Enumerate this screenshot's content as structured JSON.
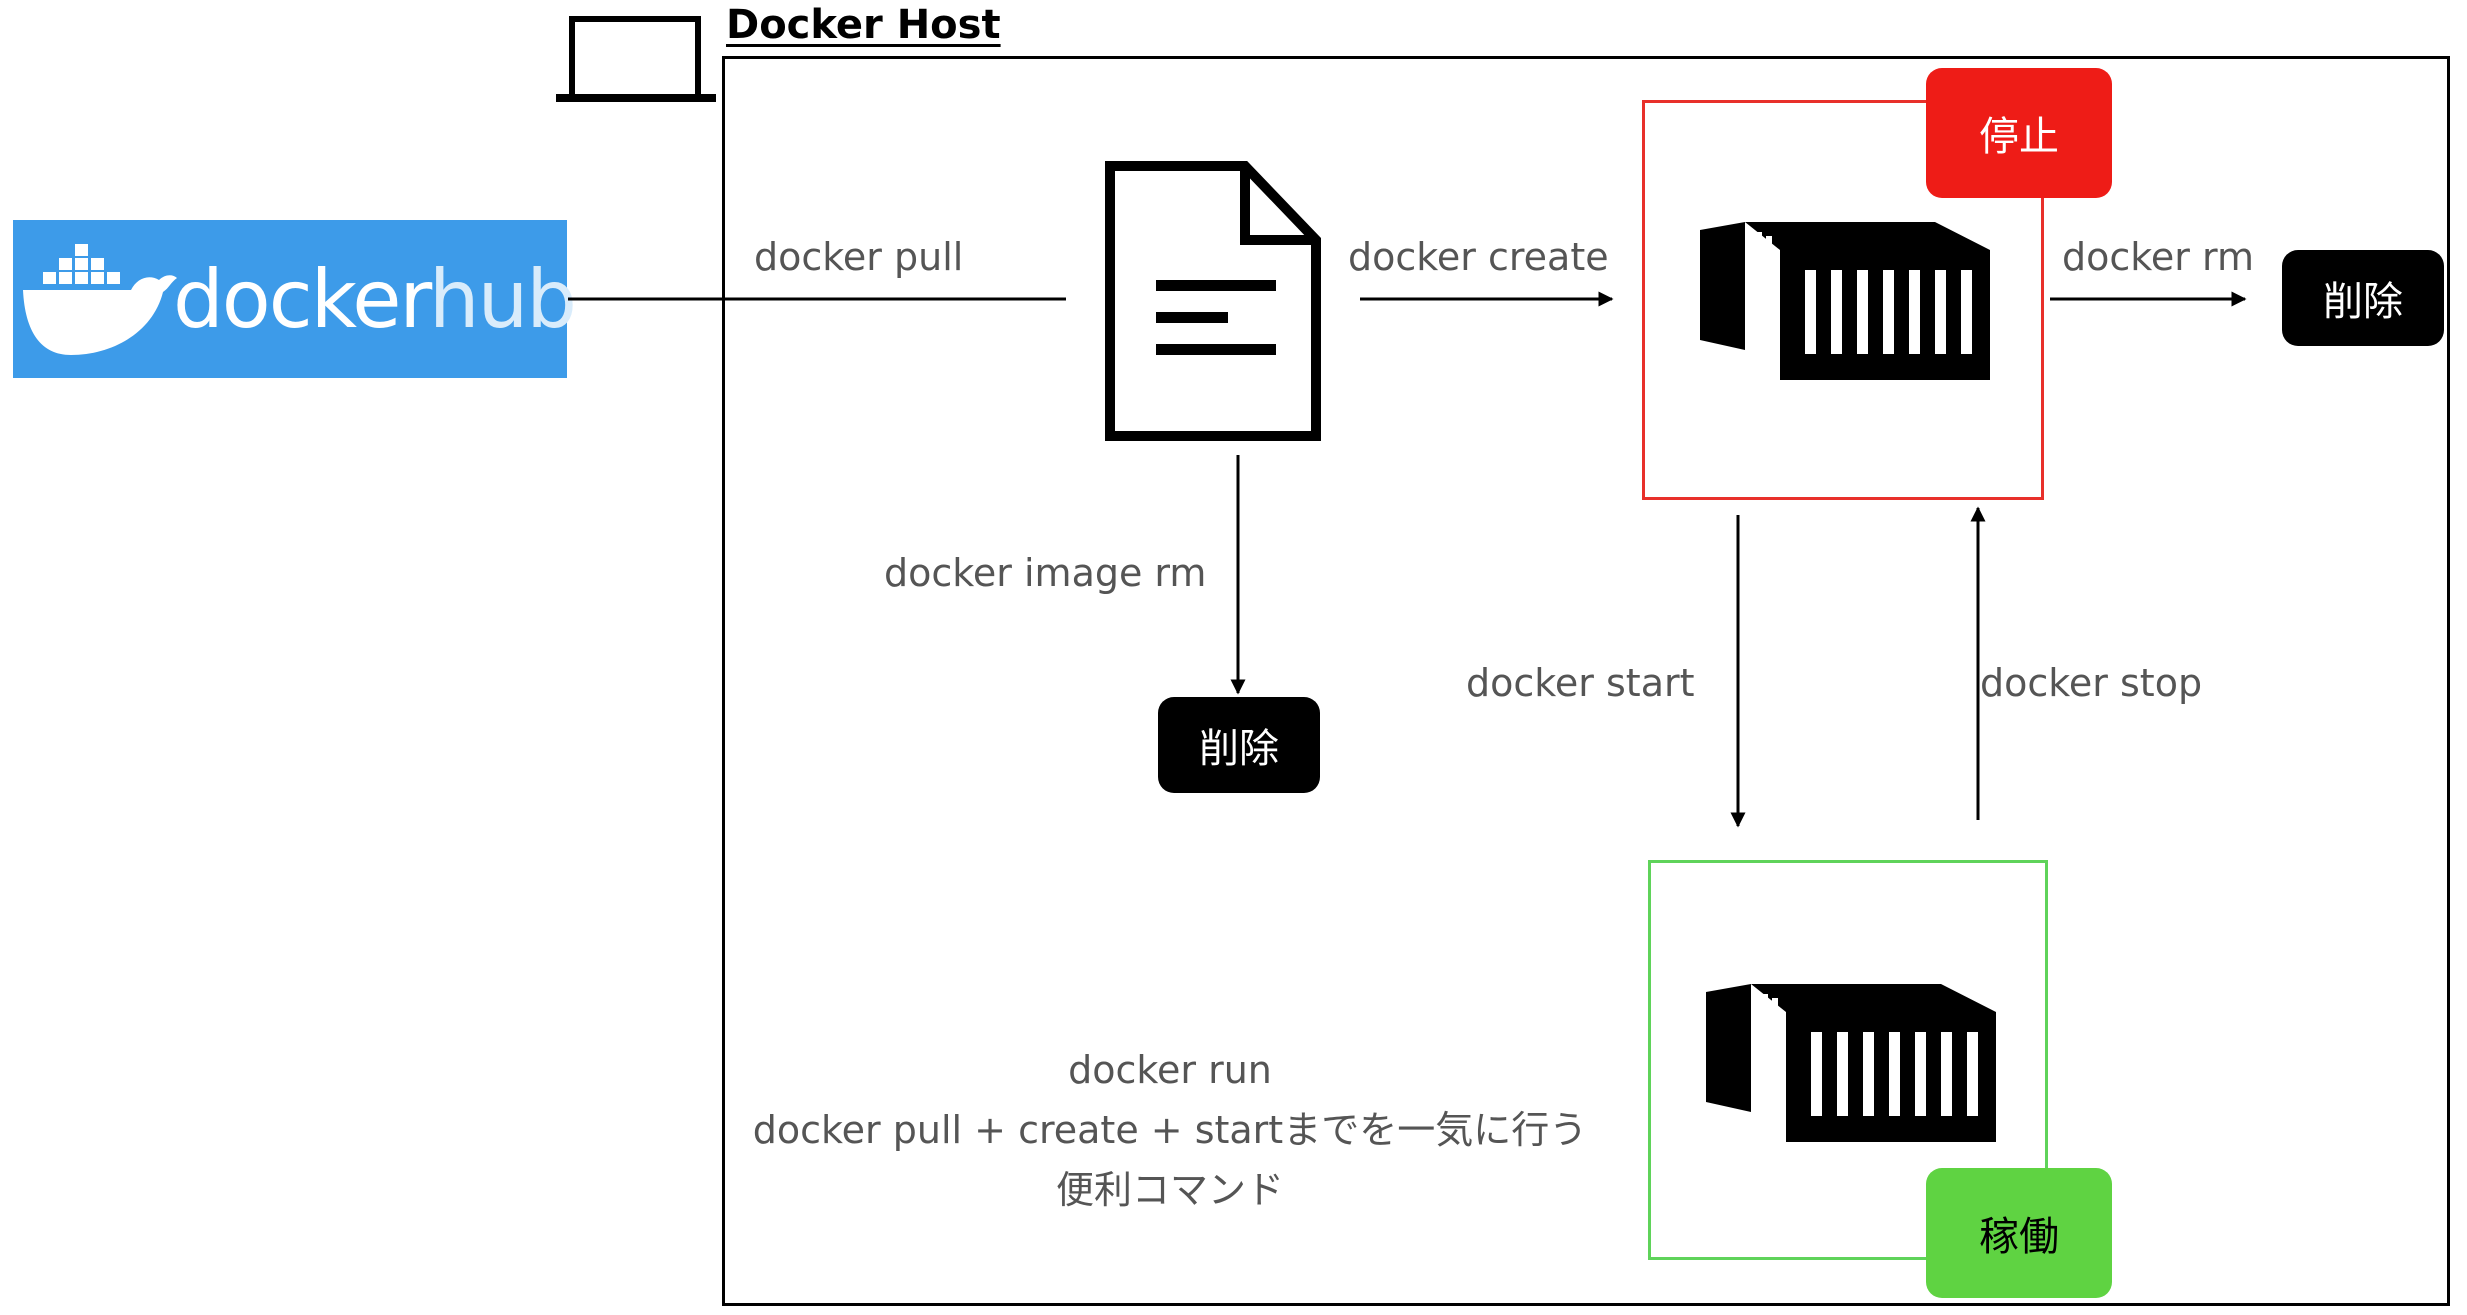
{
  "docker_hub": {
    "word_docker": "docker",
    "word_hub": "hub",
    "colors": {
      "background": "#3d9be9",
      "text": "#ffffff"
    }
  },
  "host": {
    "title": "Docker Host"
  },
  "commands": {
    "pull": "docker pull",
    "create": "docker create",
    "rm": "docker rm",
    "image_rm": "docker image rm",
    "start": "docker start",
    "stop": "docker stop",
    "run_line1": "docker run",
    "run_line2": "docker pull + create + startまでを一気に行う",
    "run_line3": "便利コマンド"
  },
  "states": {
    "stopped": "停止",
    "running": "稼働",
    "deleted_container": "削除",
    "deleted_image": "削除"
  },
  "colors": {
    "stopped": "#ee1c17",
    "running": "#5fd342",
    "deleted": "#000000",
    "stopped_border": "#e8302a",
    "running_border": "#5fd35a",
    "label_text": "#555555"
  },
  "icons": [
    "laptop-icon",
    "docker-whale-icon",
    "image-document-icon",
    "container-icon"
  ]
}
